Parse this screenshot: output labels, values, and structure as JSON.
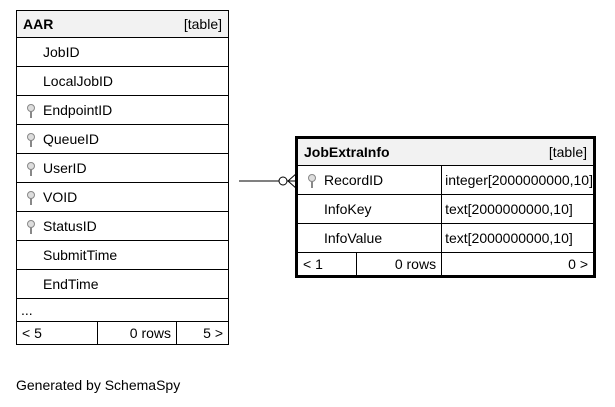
{
  "aar": {
    "name": "AAR",
    "type": "[table]",
    "columns": [
      {
        "name": "JobID",
        "key": false
      },
      {
        "name": "LocalJobID",
        "key": false
      },
      {
        "name": "EndpointID",
        "key": true
      },
      {
        "name": "QueueID",
        "key": true
      },
      {
        "name": "UserID",
        "key": true
      },
      {
        "name": "VOID",
        "key": true
      },
      {
        "name": "StatusID",
        "key": true
      },
      {
        "name": "SubmitTime",
        "key": false
      },
      {
        "name": "EndTime",
        "key": false
      }
    ],
    "more": "...",
    "footer": {
      "left": "< 5",
      "rows": "0 rows",
      "right": "5 >"
    }
  },
  "extra": {
    "name": "JobExtraInfo",
    "type": "[table]",
    "columns": [
      {
        "name": "RecordID",
        "key": true,
        "dtype": "integer[2000000000,10]"
      },
      {
        "name": "InfoKey",
        "key": false,
        "dtype": "text[2000000000,10]"
      },
      {
        "name": "InfoValue",
        "key": false,
        "dtype": "text[2000000000,10]"
      }
    ],
    "footer": {
      "left": "< 1",
      "rows": "0 rows",
      "right": "0 >"
    }
  },
  "caption": "Generated by SchemaSpy"
}
